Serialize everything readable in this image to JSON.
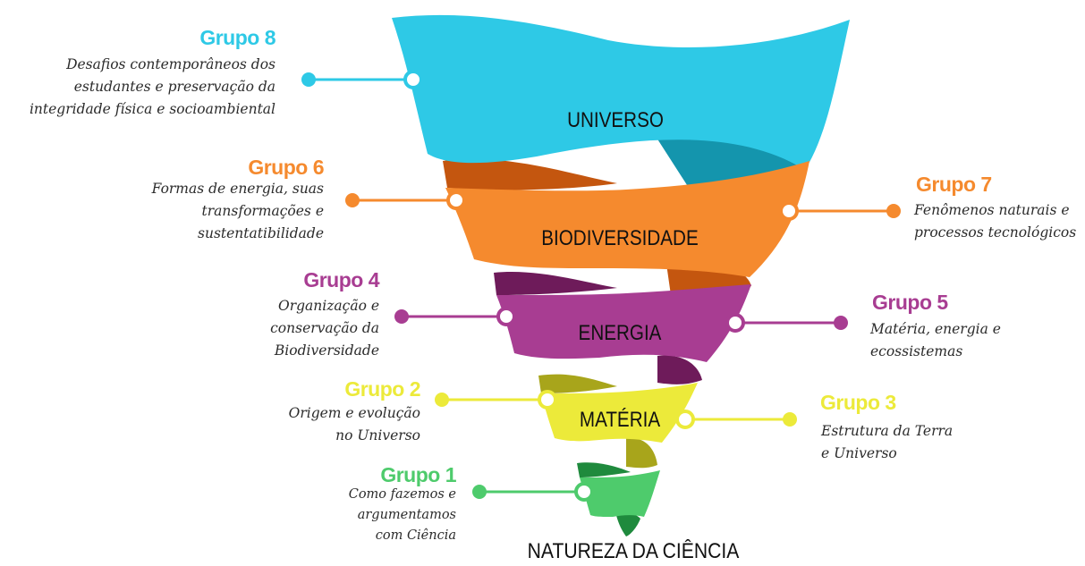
{
  "colors": {
    "cyan": "#2ec9e6",
    "cyan_dark": "#1495ad",
    "orange": "#f58a2e",
    "orange_dark": "#c4560f",
    "purple": "#a83d92",
    "purple_dark": "#6e1b5a",
    "yellow": "#ecea3a",
    "yellow_dark": "#a8a51b",
    "green": "#4ecb6c",
    "green_dark": "#1f8a3d"
  },
  "bands": {
    "universo": "UNIVERSO",
    "biodiversidade": "BIODIVERSIDADE",
    "energia": "ENERGIA",
    "materia": "MATÉRIA"
  },
  "bottom_label": "NATUREZA DA CIÊNCIA",
  "groups": {
    "g1": {
      "title": "Grupo 1",
      "lines": [
        "Como fazemos e",
        "argumentamos",
        "com Ciência"
      ]
    },
    "g2": {
      "title": "Grupo 2",
      "lines": [
        "Origem e evolução",
        "no Universo"
      ]
    },
    "g3": {
      "title": "Grupo 3",
      "lines": [
        "Estrutura da Terra",
        "e Universo"
      ]
    },
    "g4": {
      "title": "Grupo 4",
      "lines": [
        "Organização e",
        "conservação da",
        "Biodiversidade"
      ]
    },
    "g5": {
      "title": "Grupo 5",
      "lines": [
        "Matéria, energia e",
        "ecossistemas"
      ]
    },
    "g6": {
      "title": "Grupo 6",
      "lines": [
        "Formas de energia, suas",
        "transformações e",
        "sustentatibilidade"
      ]
    },
    "g7": {
      "title": "Grupo 7",
      "lines": [
        "Fenômenos naturais e",
        "processos tecnológicos"
      ]
    },
    "g8": {
      "title": "Grupo 8",
      "lines": [
        "Desafios contemporâneos dos",
        "estudantes e preservação da",
        "integridade física e socioambiental"
      ]
    }
  }
}
